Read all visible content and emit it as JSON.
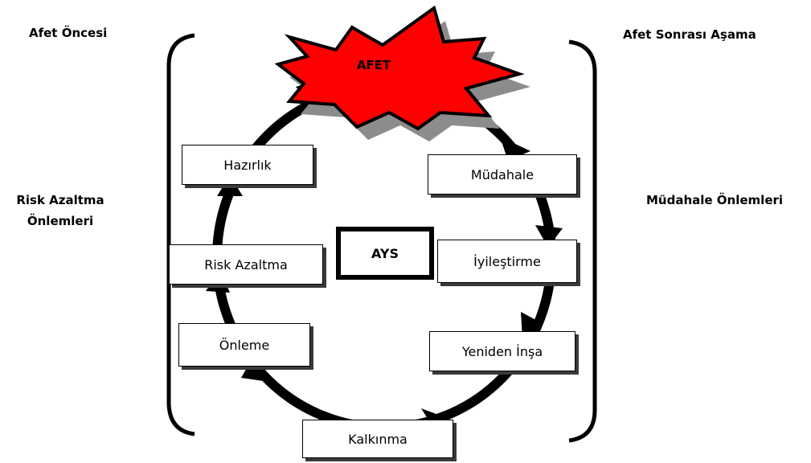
{
  "labels": {
    "top_left": "Afet Öncesi",
    "top_right": "Afet Sonrası Aşama",
    "mid_left_1": "Risk Azaltma",
    "mid_left_2": "Önlemleri",
    "mid_right": "Müdahale Önlemleri"
  },
  "burst": {
    "label": "AFET",
    "color": "#ff0000"
  },
  "center": {
    "label": "AYS"
  },
  "stages": {
    "hazirlik": "Hazırlık",
    "mudahale": "Müdahale",
    "risk_azaltma": "Risk Azaltma",
    "iyilestirme": "İyileştirme",
    "onleme": "Önleme",
    "yeniden_insa": "Yeniden İnşa",
    "kalkinma": "Kalkınma"
  }
}
